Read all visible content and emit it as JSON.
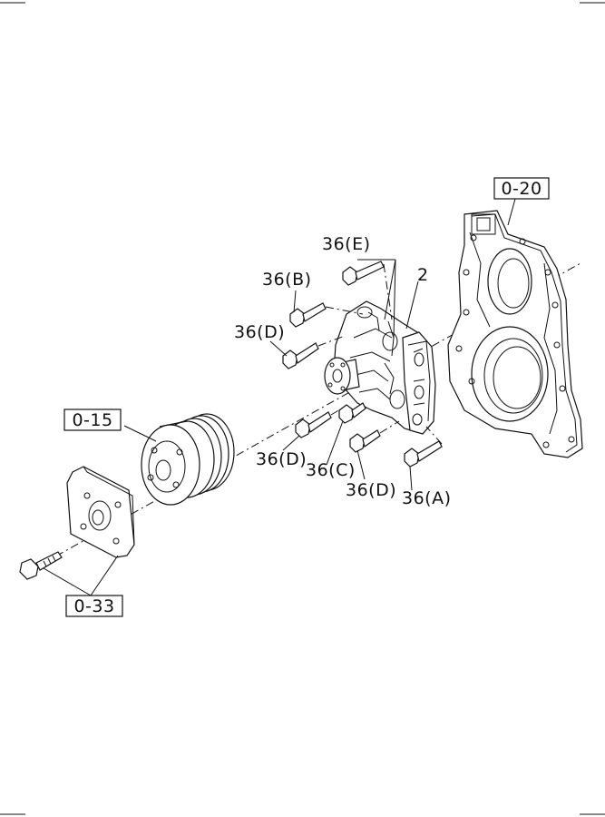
{
  "diagram": {
    "labels": {
      "ref_0_20": "0-20",
      "ref_0_15": "0-15",
      "ref_0_33": "0-33",
      "part_2": "2",
      "bolt_36e": "36(E)",
      "bolt_36b": "36(B)",
      "bolt_36d_upper": "36(D)",
      "bolt_36d_left": "36(D)",
      "bolt_36c": "36(C)",
      "bolt_36d_lower": "36(D)",
      "bolt_36a": "36(A)"
    }
  }
}
